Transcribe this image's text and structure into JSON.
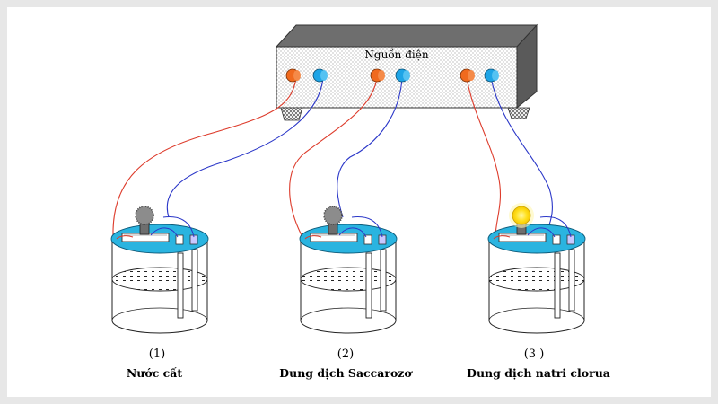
{
  "power_supply": {
    "label": "Nguồn điện"
  },
  "beakers": [
    {
      "number": "(1)",
      "caption": "Nước cất",
      "bulb": "off"
    },
    {
      "number": "(2)",
      "caption": "Dung dịch Saccarozơ",
      "bulb": "off"
    },
    {
      "number": "(3 )",
      "caption": "Dung dịch natri clorua",
      "bulb": "on"
    }
  ],
  "colors": {
    "positive_terminal": "#f06a1e",
    "negative_terminal": "#1ea4e6",
    "positive_wire": "#dd3b2b",
    "negative_wire": "#2a36c8",
    "lid": "#2ab4e0",
    "bulb_off": "#8c8c8c",
    "bulb_on": "#ffe01e"
  }
}
